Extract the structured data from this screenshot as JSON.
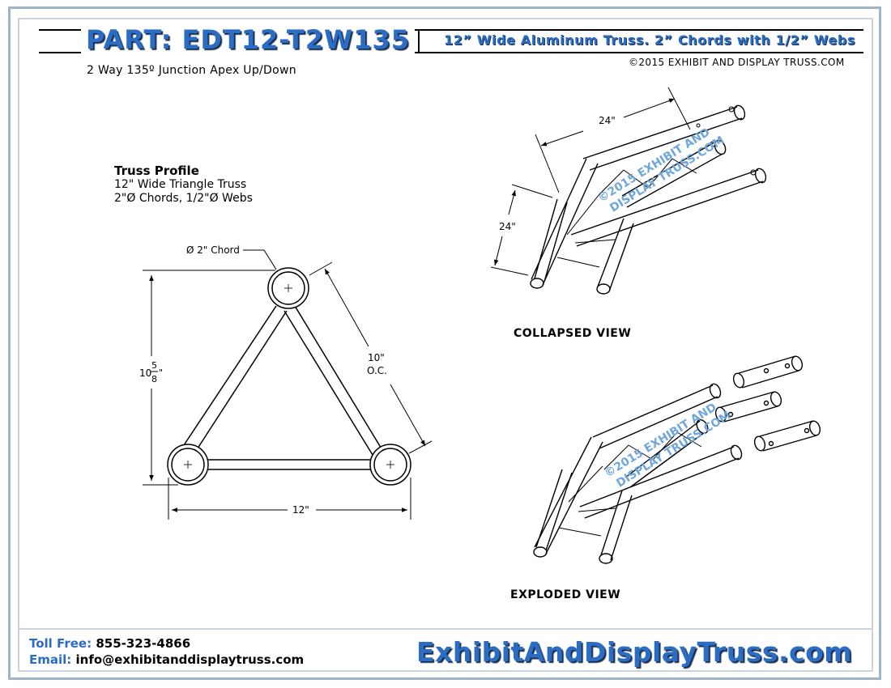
{
  "header": {
    "part_title": "PART: EDT12-T2W135",
    "description": "12” Wide Aluminum Truss. 2” Chords with 1/2” Webs",
    "copyright": "©2015 EXHIBIT AND DISPLAY TRUSS.COM",
    "subtitle": "2 Way 135º Junction Apex Up/Down"
  },
  "profile": {
    "title": "Truss Profile",
    "line1": "12\" Wide Triangle Truss",
    "line2": "2\"Ø Chords, 1/2\"Ø Webs",
    "chord_callout": "Ø  2\" Chord",
    "dim_height_whole": "10",
    "dim_height_num": "5",
    "dim_height_den": "8",
    "dim_height_unit": "\"",
    "dim_oc_value": "10\"",
    "dim_oc_label": "O.C.",
    "dim_width": "12\""
  },
  "collapsed": {
    "label": "COLLAPSED VIEW",
    "dim_top": "24\"",
    "dim_left": "24\""
  },
  "exploded": {
    "label": "EXPLODED VIEW"
  },
  "watermark": {
    "line1": "©2015 EXHIBIT AND",
    "line2": "DISPLAY TRUSS.COM"
  },
  "footer": {
    "toll_free_label": "Toll Free:",
    "toll_free_value": "855-323-4866",
    "email_label": "Email:",
    "email_value": "info@exhibitanddisplaytruss.com",
    "brand": "ExhibitAndDisplayTruss.com"
  }
}
